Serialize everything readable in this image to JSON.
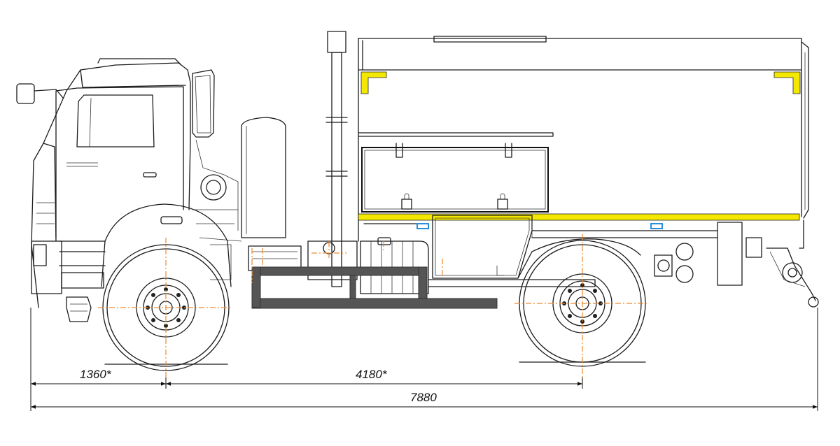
{
  "dimensions": {
    "front_overhang": "1360*",
    "wheelbase": "4180*",
    "overall_length": "7880"
  },
  "colors": {
    "line": "#1a1a1a",
    "accent_yellow": "#f5e800",
    "center_axis": "#f0892a",
    "frame_gray": "#555555",
    "marker_blue": "#2a8fd8"
  }
}
